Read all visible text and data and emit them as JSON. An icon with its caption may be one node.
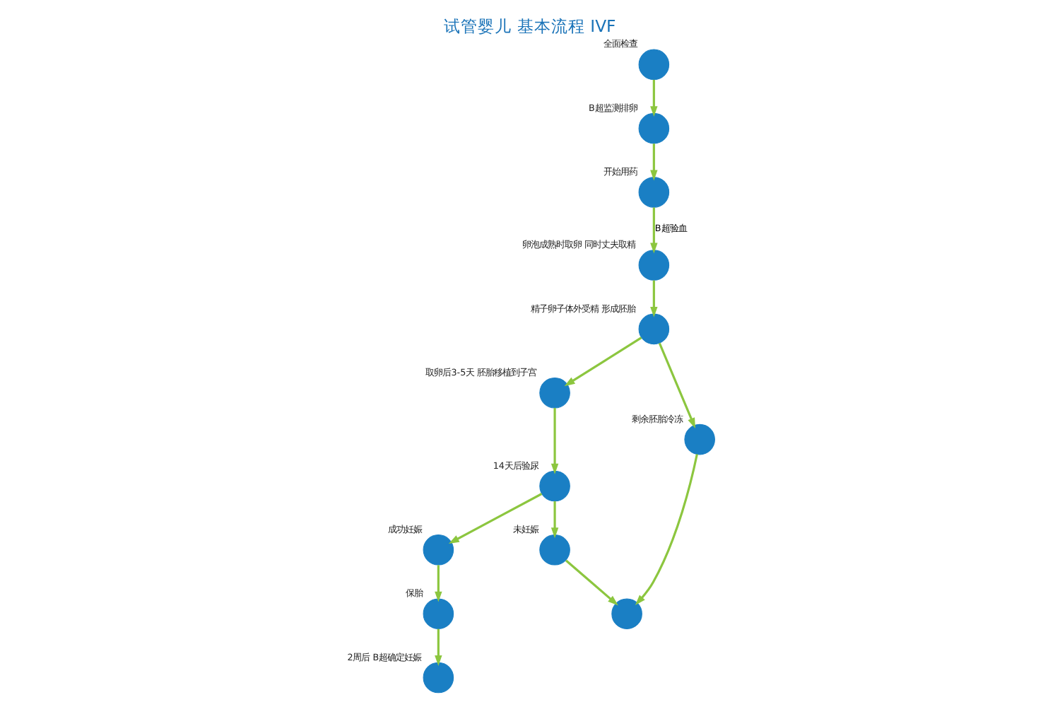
{
  "diagram": {
    "title": "试管婴儿 基本流程 IVF",
    "nodes": [
      {
        "text": [],
        "shape": "circle",
        "beside": [
          "全面检查"
        ]
      },
      {
        "text": [],
        "shape": "circle",
        "beside": [
          "B超监测排卵"
        ]
      },
      {
        "text": [],
        "shape": "circle",
        "beside": [
          "开始用药"
        ]
      },
      {
        "text": [],
        "shape": "circle",
        "beside": [
          "卵泡成熟时取卵 同时丈夫取精"
        ]
      },
      {
        "text": [],
        "shape": "circle",
        "beside": [
          "精子卵子体外受精 形成胚胎"
        ]
      },
      {
        "text": [],
        "shape": "circle",
        "beside": [
          "取卵后3-5天 胚胎移植到子宫"
        ]
      },
      {
        "text": [],
        "shape": "circle",
        "beside": [
          "剩余胚胎冷冻"
        ]
      },
      {
        "text": [],
        "shape": "circle",
        "beside": [
          "14天后验尿"
        ]
      },
      {
        "text": [],
        "shape": "circle",
        "beside": [
          "成功妊娠"
        ]
      },
      {
        "text": [],
        "shape": "circle",
        "beside": [
          "未妊娠"
        ]
      },
      {
        "text": [],
        "shape": "circle"
      },
      {
        "text": [],
        "shape": "circle",
        "beside": [
          "保胎"
        ]
      },
      {
        "text": [],
        "shape": "circle",
        "beside": [
          "2周后 B超确定妊娠"
        ]
      }
    ],
    "edges": [
      {
        "from": 0,
        "to": 1,
        "arrow": "to"
      },
      {
        "from": 1,
        "to": 2,
        "arrow": "to"
      },
      {
        "from": 2,
        "to": 3,
        "arrow": "to",
        "label": "B超验血"
      },
      {
        "from": 3,
        "to": 4,
        "arrow": "to"
      },
      {
        "from": 4,
        "to": 5,
        "arrow": "to"
      },
      {
        "from": 4,
        "to": 6,
        "arrow": "to"
      },
      {
        "from": 5,
        "to": 7,
        "arrow": "to"
      },
      {
        "from": 7,
        "to": 8,
        "arrow": "to"
      },
      {
        "from": 7,
        "to": 9,
        "arrow": "to"
      },
      {
        "from": 9,
        "to": 10,
        "arrow": "to"
      },
      {
        "from": 6,
        "to": 10,
        "arrow": "to"
      },
      {
        "from": 8,
        "to": 11,
        "arrow": "to"
      },
      {
        "from": 11,
        "to": 12,
        "arrow": "to"
      }
    ]
  }
}
